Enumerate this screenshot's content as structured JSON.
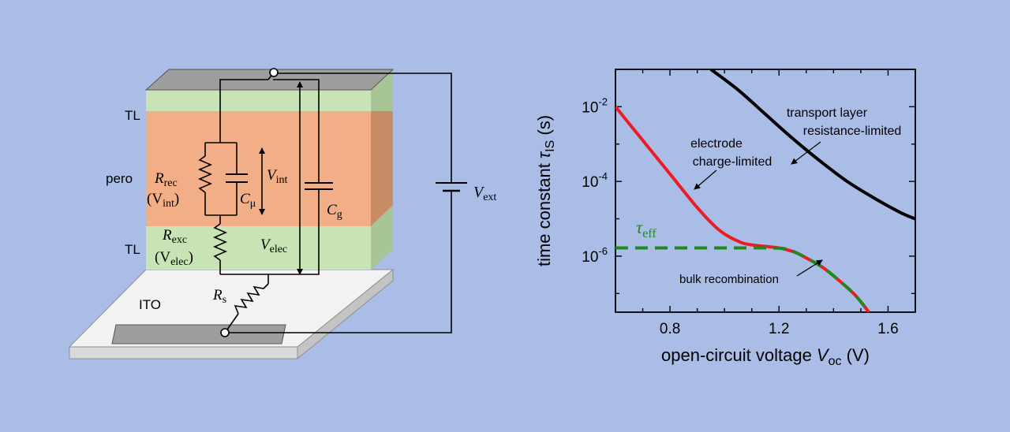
{
  "colors": {
    "background": "#a9bde6",
    "transport_layer": "#c8e3b6",
    "perovskite": "#f2ae86",
    "electrode_top": "#9e9e9e",
    "ito": "#f2f2f2",
    "curve_black": "#000000",
    "curve_red": "#ee1b24",
    "curve_green": "#1e8a1e"
  },
  "device": {
    "layer_labels": [
      "TL",
      "pero",
      "TL",
      "ITO"
    ],
    "components": {
      "R_rec": {
        "main": "R",
        "sub": "rec",
        "arg_main": "(V",
        "arg_sub": "int",
        "arg_close": ")"
      },
      "C_mu": {
        "main": "C",
        "sub": "μ"
      },
      "V_int": {
        "main": "V",
        "sub": "int"
      },
      "C_g": {
        "main": "C",
        "sub": "g"
      },
      "R_exc": {
        "main": "R",
        "sub": "exc",
        "arg_main": "(V",
        "arg_sub": "elec",
        "arg_close": ")"
      },
      "V_elec": {
        "main": "V",
        "sub": "elec"
      },
      "R_s": {
        "main": "R",
        "sub": "s"
      },
      "V_ext": {
        "main": "V",
        "sub": "ext"
      }
    }
  },
  "chart_data": {
    "type": "line",
    "xlabel_main": "open-circuit voltage ",
    "xlabel_sym": "V",
    "xlabel_sub": "oc",
    "xlabel_unit": " (V)",
    "ylabel_main": "time constant ",
    "ylabel_sym": "τ",
    "ylabel_sub": "IS",
    "ylabel_unit": " (s)",
    "xlim": [
      0.6,
      1.7
    ],
    "ylim_log10": [
      -7.5,
      -1
    ],
    "yscale": "log",
    "x_ticks": [
      "0.8",
      "1.2",
      "1.6"
    ],
    "x_tick_values": [
      0.8,
      1.2,
      1.6
    ],
    "y_ticks": [
      {
        "base": "10",
        "exp": "-2",
        "log": -2
      },
      {
        "base": "10",
        "exp": "-4",
        "log": -4
      },
      {
        "base": "10",
        "exp": "-6",
        "log": -6
      }
    ],
    "series": [
      {
        "color": "#000000",
        "style": "solid",
        "x": [
          0.95,
          1.05,
          1.15,
          1.25,
          1.35,
          1.45,
          1.55,
          1.65,
          1.7
        ],
        "y_log10": [
          -1.0,
          -1.55,
          -2.2,
          -2.85,
          -3.45,
          -4.0,
          -4.45,
          -4.85,
          -5.0
        ]
      },
      {
        "color": "#ee1b24",
        "style": "solid",
        "x": [
          0.6,
          0.7,
          0.8,
          0.9,
          0.98,
          1.05,
          1.1,
          1.2,
          1.26,
          1.3,
          1.36,
          1.42,
          1.48,
          1.53
        ],
        "y_log10": [
          -2.0,
          -2.9,
          -3.8,
          -4.7,
          -5.3,
          -5.6,
          -5.7,
          -5.78,
          -5.9,
          -6.05,
          -6.3,
          -6.65,
          -7.05,
          -7.5
        ]
      },
      {
        "color": "#1e8a1e",
        "style": "dashed",
        "x": [
          0.6,
          0.8,
          1.0,
          1.15,
          1.22,
          1.26,
          1.3,
          1.36,
          1.42,
          1.48,
          1.53
        ],
        "y_log10": [
          -5.78,
          -5.78,
          -5.78,
          -5.78,
          -5.8,
          -5.9,
          -6.05,
          -6.3,
          -6.65,
          -7.05,
          -7.5
        ]
      }
    ],
    "annotations": {
      "transport": [
        "transport layer",
        "resistance-limited"
      ],
      "electrode": [
        "electrode",
        "charge-limited"
      ],
      "bulk": "bulk recombination",
      "tau_main": "τ",
      "tau_sub": "eff"
    }
  }
}
